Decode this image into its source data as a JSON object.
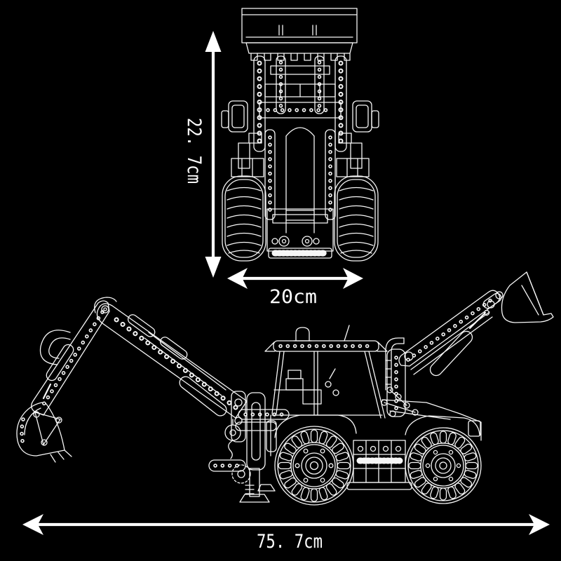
{
  "image": {
    "type": "product-dimensions-line-drawing",
    "subject": "Brick-built backhoe loader shown in front view (top) and side view (bottom)",
    "background_color": "#000000",
    "line_color": "#ffffff"
  },
  "dimensions": {
    "height": {
      "label": "22. 7cm",
      "value": 22.7,
      "unit": "cm",
      "orientation": "vertical",
      "applies_to": "front view overall height"
    },
    "width": {
      "label": "20cm",
      "value": 20.0,
      "unit": "cm",
      "orientation": "horizontal",
      "applies_to": "front view overall width"
    },
    "length": {
      "label": "75. 7cm",
      "value": 75.7,
      "unit": "cm",
      "orientation": "horizontal",
      "applies_to": "side view overall length"
    }
  },
  "views": {
    "front": {
      "name": "front view drawing"
    },
    "side": {
      "name": "side view drawing"
    }
  }
}
